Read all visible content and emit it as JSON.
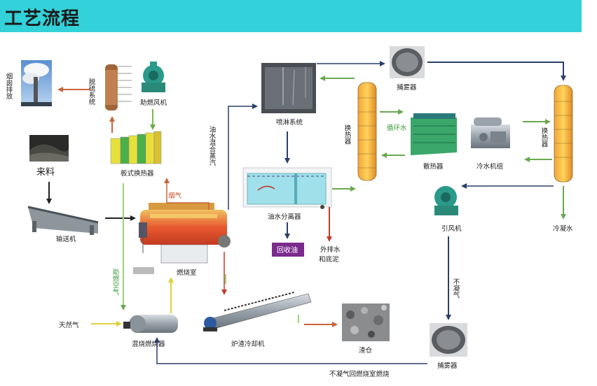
{
  "title": "工艺流程",
  "labels": {
    "smoke_exhaust": "烟囱排放",
    "desulfurization": "脱硫系统",
    "combustion_fan": "助燃风机",
    "plate_exchanger": "板式换热器",
    "feed": "来料",
    "conveyor": "输送机",
    "flue_gas": "烟气",
    "combustion_air": "助燃空气",
    "combustion_chamber": "燃烧室",
    "natural_gas": "天然气",
    "mixed_burner": "混烧燃烧器",
    "oil_water_steam": "油水混合蒸汽",
    "spray_system": "喷淋系统",
    "oil_water_separator": "油水分离器",
    "recovered_oil": "回收油",
    "drain_sludge_1": "外排水",
    "drain_sludge_2": "和底泥",
    "slag_cooler": "炉渣冷却机",
    "slag_bin": "渣仓",
    "mist_catcher_top": "捕雾器",
    "heat_exchanger_left": "换热器",
    "circulating_water": "循环水",
    "radiator": "散热器",
    "chiller": "冷水机组",
    "heat_exchanger_right": "换热器",
    "induced_fan": "引风机",
    "condensate": "冷凝水",
    "non_condensable": "不凝气",
    "mist_catcher_bottom": "捕雾器",
    "return_burn": "不凝气回燃烧室燃烧"
  },
  "colors": {
    "header": "#33d1d9",
    "navy_arrow": "#2b3f6b",
    "orange_arrow": "#c8643a",
    "green_arrow": "#7bb84a",
    "yellow_arrow": "#e8d84a",
    "red_arrow": "#c0392b",
    "recovered_oil_box": "#7a2b8c"
  }
}
